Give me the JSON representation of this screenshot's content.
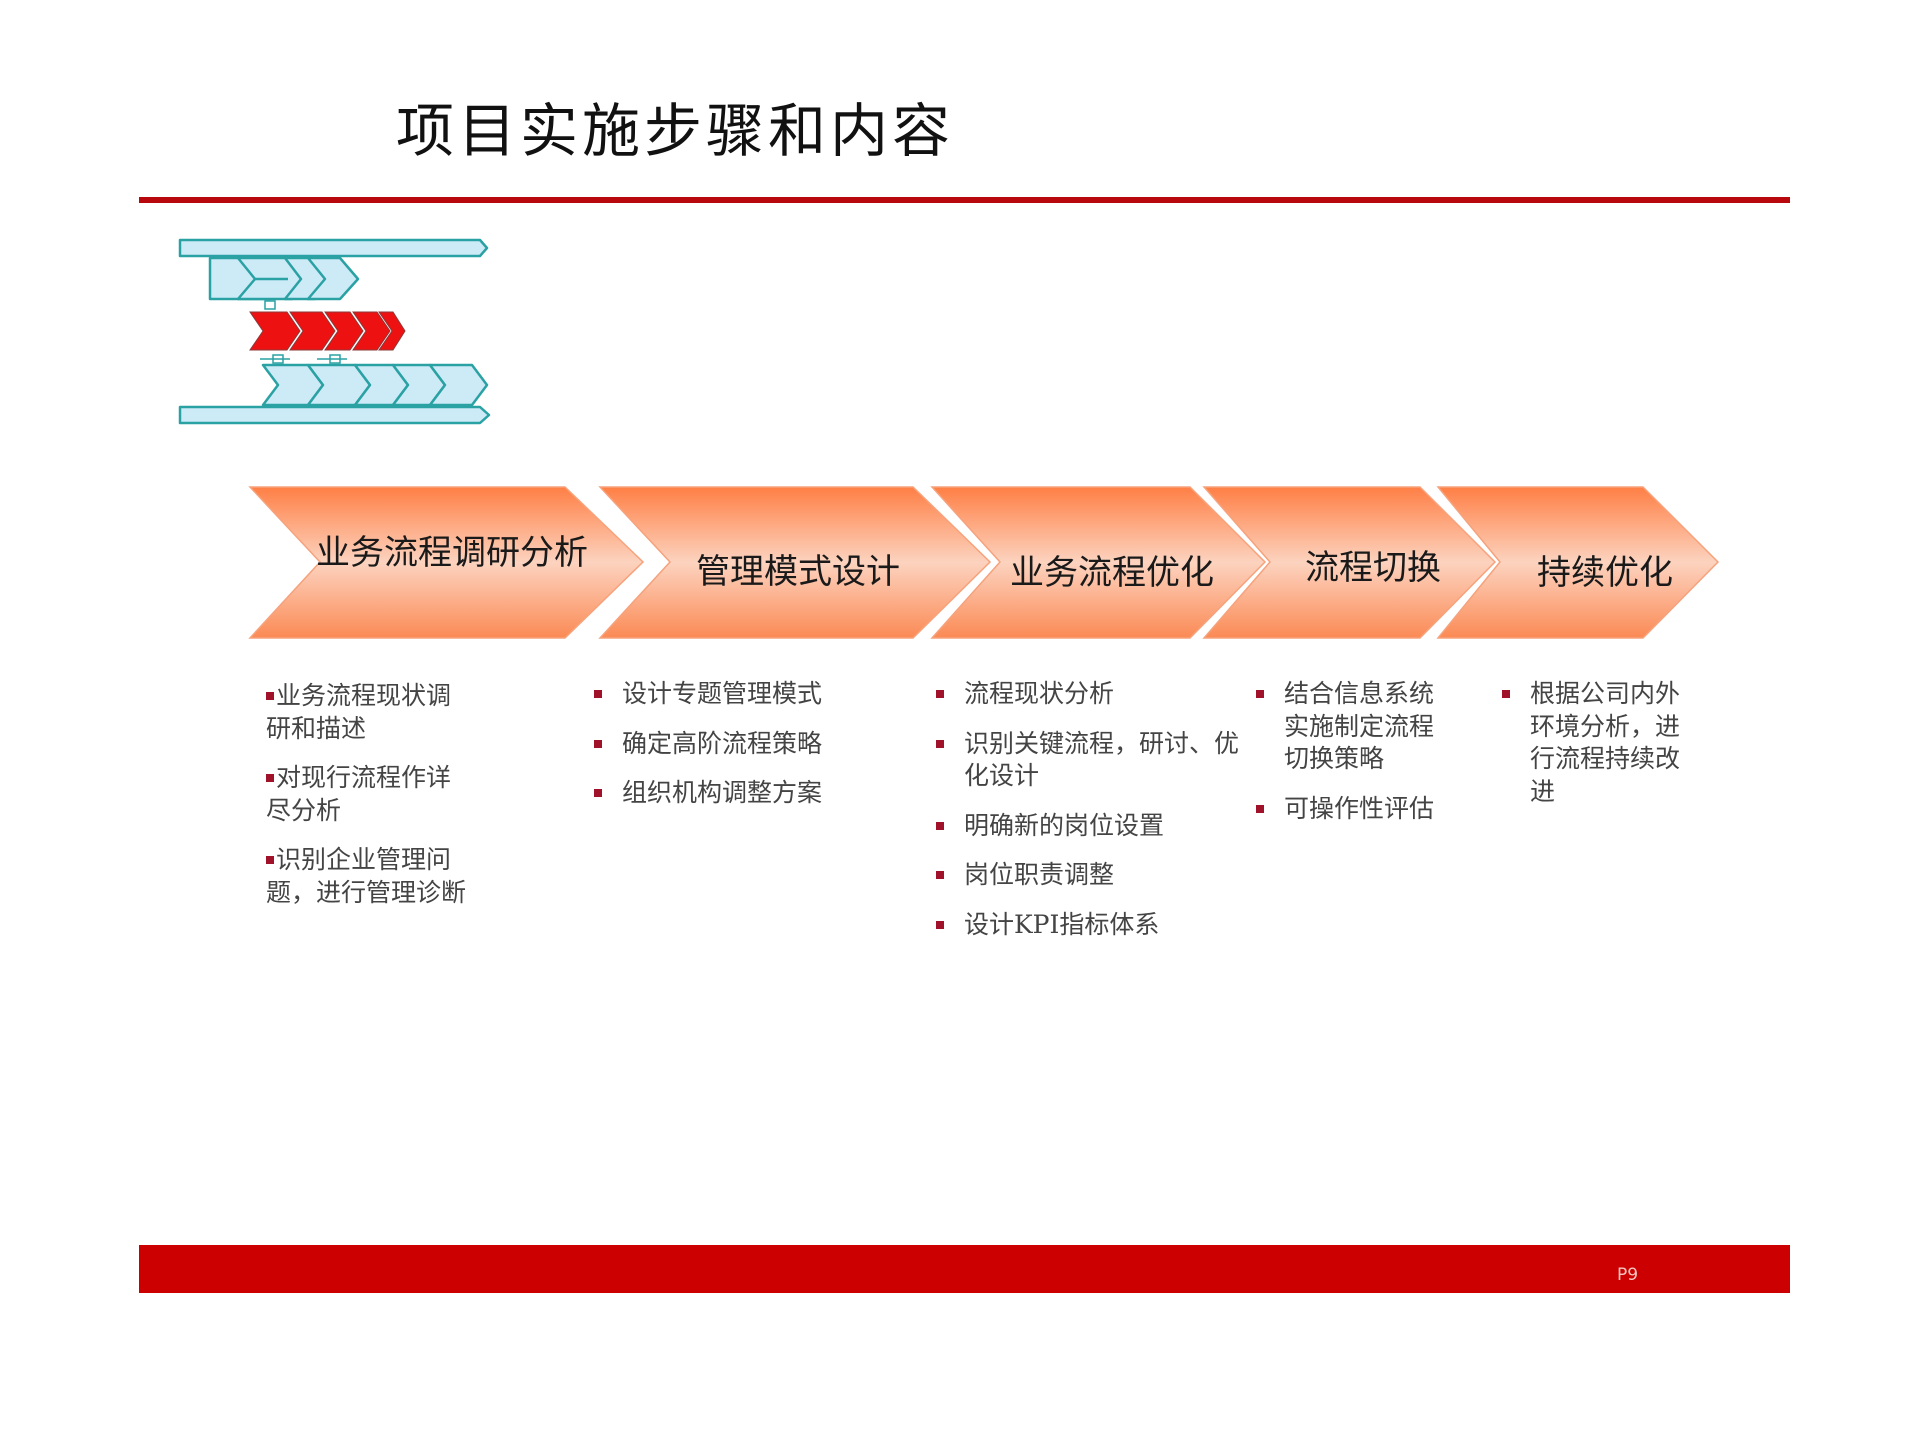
{
  "title": "项目实施步骤和内容",
  "colors": {
    "accent_red": "#cc0000",
    "header_rule": "#b8080d",
    "arrow_top": "#ff7f45",
    "arrow_mid": "#fcd3bf",
    "arrow_bottom": "#fb8a55",
    "logo_light": "#cdeaf7",
    "logo_stroke": "#2aa1a3",
    "logo_red": "#ee1111",
    "bullet": "#a0112a"
  },
  "logo": {
    "icon": "process-chevrons-icon"
  },
  "steps": [
    {
      "label": "业务流程调研分析",
      "items": [
        "业务流程现状调研和描述",
        "对现行流程作详尽分析",
        "识别企业管理问题，进行管理诊断"
      ]
    },
    {
      "label": "管理模式设计",
      "items": [
        "设计专题管理模式",
        "确定高阶流程策略",
        "组织机构调整方案"
      ]
    },
    {
      "label": "业务流程优化",
      "items": [
        "流程现状分析",
        "识别关键流程，研讨、优化设计",
        "明确新的岗位设置",
        "岗位职责调整",
        "设计KPI指标体系"
      ]
    },
    {
      "label": "流程切换",
      "items": [
        "结合信息系统实施制定流程切换策略",
        "可操作性评估"
      ]
    },
    {
      "label": "持续优化",
      "items": [
        "根据公司内外环境分析，进行流程持续改进"
      ]
    }
  ],
  "footer": {
    "page": "P9"
  }
}
